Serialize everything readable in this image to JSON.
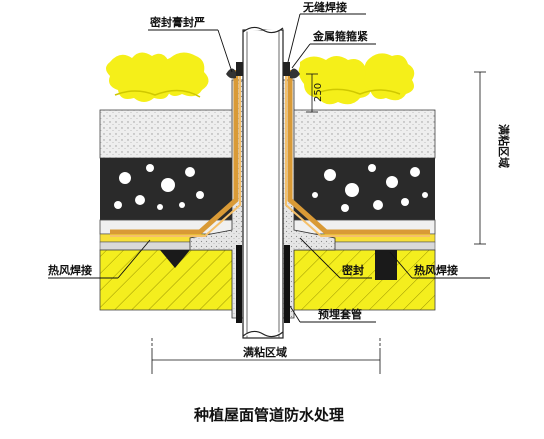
{
  "diagram": {
    "caption": "种植屋面管道防水处理",
    "labels": {
      "sealant": "密封膏封严",
      "seamless_weld": "无缝焊接",
      "metal_hoop": "金属箍箍紧",
      "full_bond_right": "满粘区域",
      "full_bond_bottom": "满粘区域",
      "hot_air_left": "热风焊接",
      "hot_air_right": "热风焊接",
      "seal": "密封",
      "embedded_sleeve": "预埋套管",
      "dim_250": "250"
    }
  }
}
